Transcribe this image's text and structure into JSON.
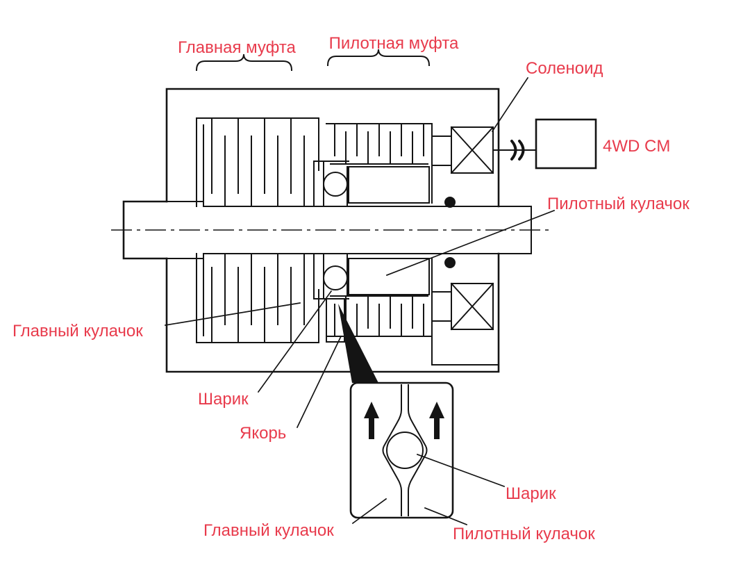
{
  "colors": {
    "label": "#e83b4c",
    "line": "#141414",
    "background": "#ffffff"
  },
  "diagram": {
    "labels": {
      "main_clutch": "Главная муфта",
      "pilot_clutch": "Пилотная муфта",
      "solenoid": "Соленоид",
      "control_module": "4WD CM",
      "pilot_cam": "Пилотный кулачок",
      "main_cam": "Главный кулачок",
      "ball": "Шарик",
      "armature": "Якорь"
    },
    "inset_labels": {
      "ball": "Шарик",
      "main_cam": "Главный кулачок",
      "pilot_cam": "Пилотный кулачок"
    }
  }
}
